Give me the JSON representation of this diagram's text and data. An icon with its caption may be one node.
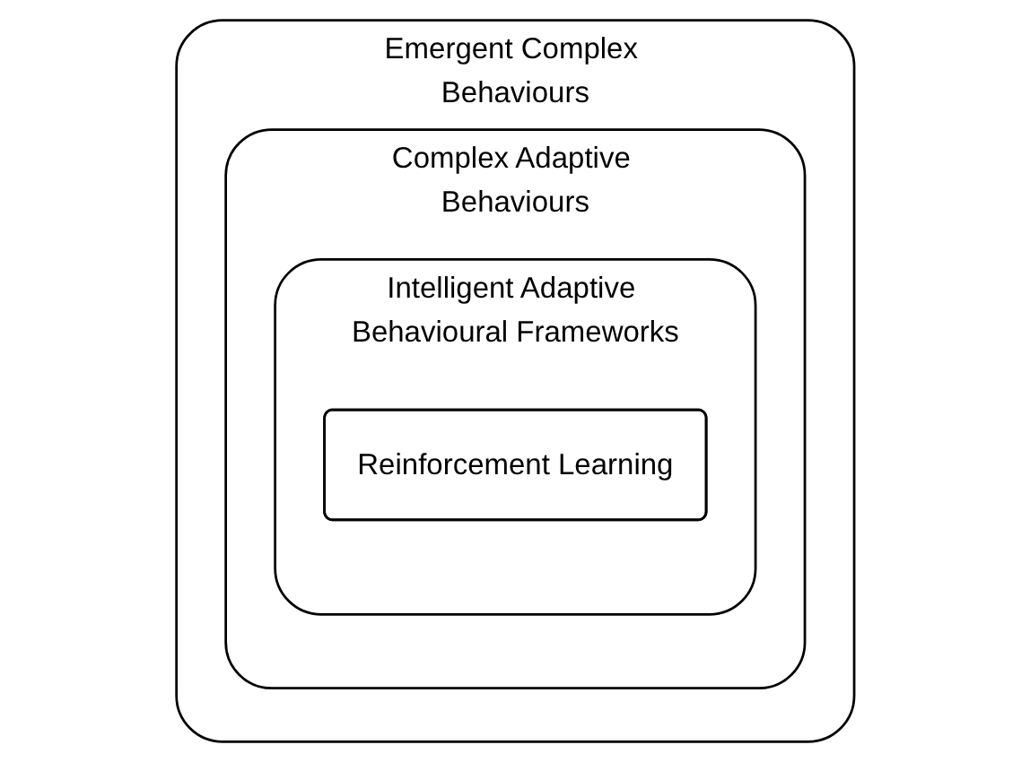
{
  "diagram": {
    "nodes": [
      {
        "text": [
          "Emergent Complex Behaviours"
        ]
      },
      {
        "text": [
          "Complex Adaptive Behaviours"
        ],
        "in": 0
      },
      {
        "text": [
          "Intelligent Adaptive Behavioural Frameworks"
        ],
        "in": 1
      },
      {
        "text": [
          "Reinforcement Learning"
        ],
        "in": 2
      }
    ]
  }
}
